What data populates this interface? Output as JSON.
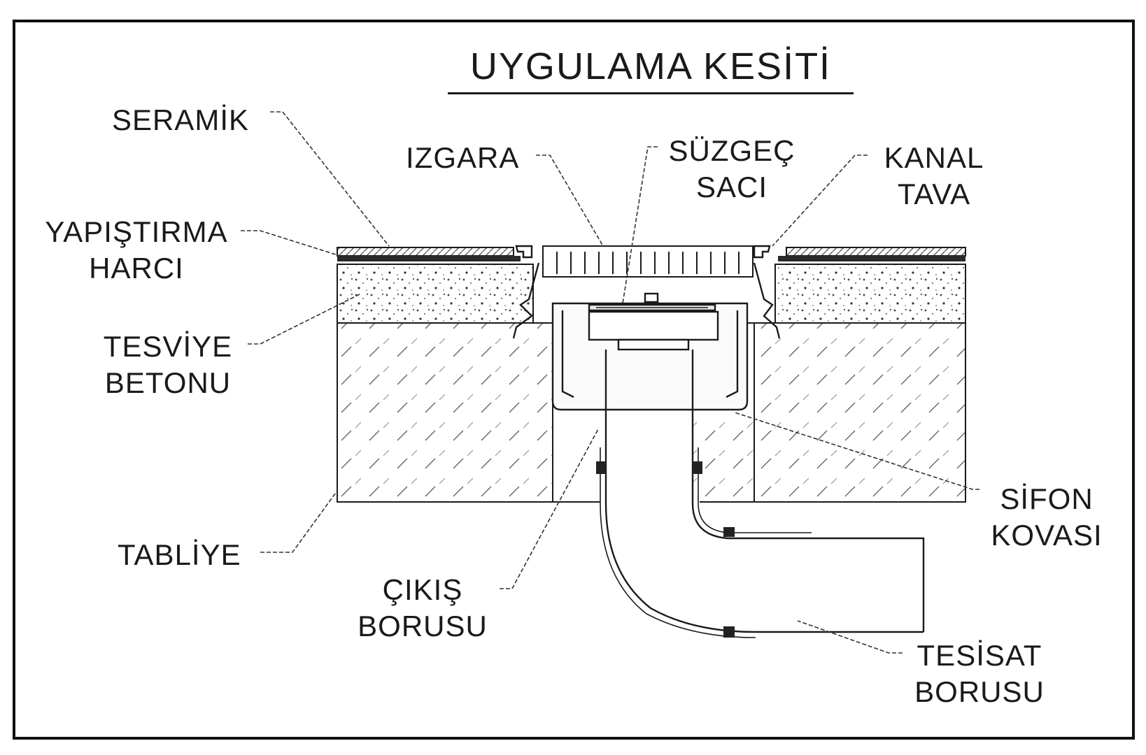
{
  "title": "UYGULAMA KESİTİ",
  "labels": {
    "seramik": [
      "SERAMİK"
    ],
    "yapistirma": [
      "YAPIŞTIRMA",
      "HARCI"
    ],
    "tesviye": [
      "TESVİYE",
      "BETONU"
    ],
    "tabliye": [
      "TABLİYE"
    ],
    "izgara": [
      "IZGARA"
    ],
    "suzgec": [
      "SÜZGEÇ",
      "SACI"
    ],
    "kanal": [
      "KANAL",
      "TAVA"
    ],
    "sifon": [
      "SİFON",
      "KOVASI"
    ],
    "cikis": [
      "ÇIKIŞ",
      "BORUSU"
    ],
    "tesisat": [
      "TESİSAT",
      "BORUSU"
    ]
  },
  "colors": {
    "line": "#1a1a1a",
    "hatch": "#555555",
    "fill": "#f4f4f4",
    "frame": "#111111"
  }
}
